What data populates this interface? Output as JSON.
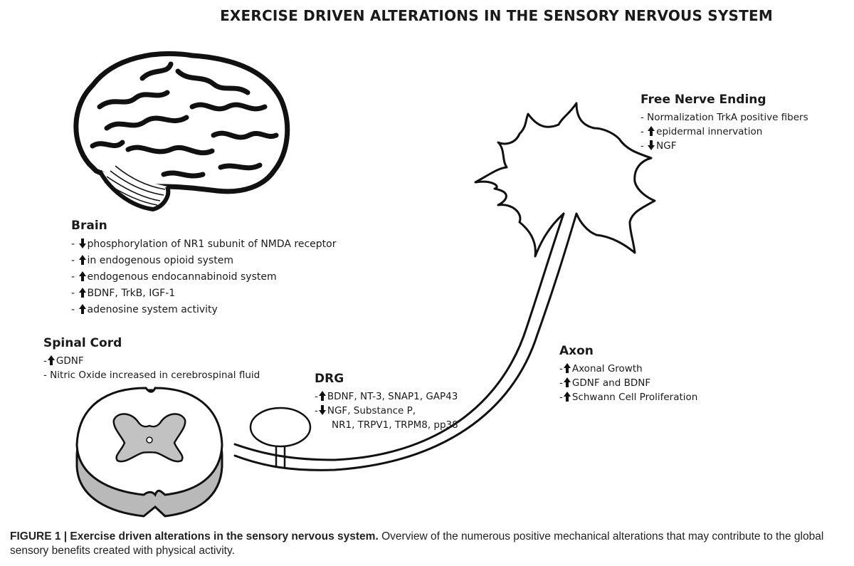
{
  "title": "EXERCISE DRIVEN ALTERATIONS IN THE SENSORY NERVOUS SYSTEM",
  "brain": {
    "heading": "Brain",
    "items": [
      {
        "dir": "down",
        "text": "phosphorylation of NR1 subunit of NMDA receptor"
      },
      {
        "dir": "up",
        "text": "in endogenous opioid system"
      },
      {
        "dir": "up",
        "text": "endogenous endocannabinoid system"
      },
      {
        "dir": "up",
        "text": "BDNF, TrkB, IGF-1"
      },
      {
        "dir": "up",
        "text": "adenosine system activity"
      }
    ]
  },
  "spinal_cord": {
    "heading": "Spinal Cord",
    "items": [
      {
        "dir": "up",
        "text": "GDNF"
      },
      {
        "dir": "none",
        "text": "Nitric Oxide increased in cerebrospinal fluid"
      }
    ]
  },
  "drg": {
    "heading": "DRG",
    "items": [
      {
        "dir": "up",
        "text": "BDNF, NT-3, SNAP1, GAP43"
      },
      {
        "dir": "down",
        "text": "NGF, Substance P,"
      }
    ],
    "continuation": "NR1, TRPV1, TRPM8, pp38"
  },
  "axon": {
    "heading": "Axon",
    "items": [
      {
        "dir": "up",
        "text": "Axonal Growth"
      },
      {
        "dir": "up",
        "text": "GDNF and BDNF"
      },
      {
        "dir": "up",
        "text": "Schwann Cell Proliferation"
      }
    ]
  },
  "free_nerve_ending": {
    "heading": "Free Nerve Ending",
    "items": [
      {
        "dir": "none",
        "text": "Normalization TrkA positive fibers"
      },
      {
        "dir": "up",
        "text": "epidermal innervation"
      },
      {
        "dir": "down",
        "text": "NGF"
      }
    ]
  },
  "caption": {
    "label": "FIGURE 1 | Exercise driven alterations in the sensory nervous system.",
    "text": " Overview of the numerous positive mechanical alterations that may contribute to the global sensory benefits created with physical activity."
  }
}
